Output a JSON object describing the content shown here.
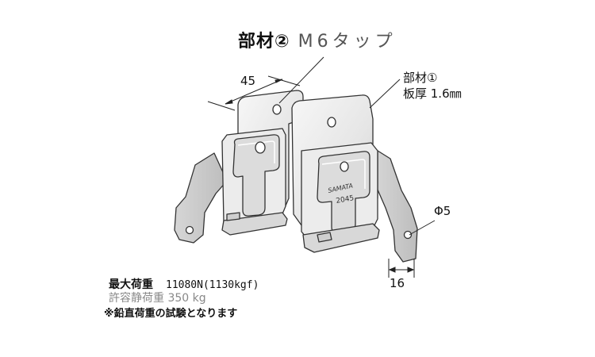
{
  "labels": {
    "part2_name": "部材②",
    "part2_spec": "M6タップ",
    "part1_name": "部材①",
    "part1_thickness": "板厚 1.6㎜",
    "dim_width": "45",
    "dim_hole_offset": "16",
    "dim_hole_diameter": "Φ5",
    "stamp_maker": "SAMATA",
    "stamp_number": "2045"
  },
  "specs": {
    "max_load_label": "最大荷重",
    "max_load_value": "11080N(1130kgf)",
    "allowable_load": "許容静荷重 350 kg",
    "note": "※鉛直荷重の試験となります"
  },
  "colors": {
    "outline": "#333333",
    "metal_fill": "#e9e9e9",
    "metal_shade": "#cfcfcf",
    "highlight": "#ffffff"
  }
}
